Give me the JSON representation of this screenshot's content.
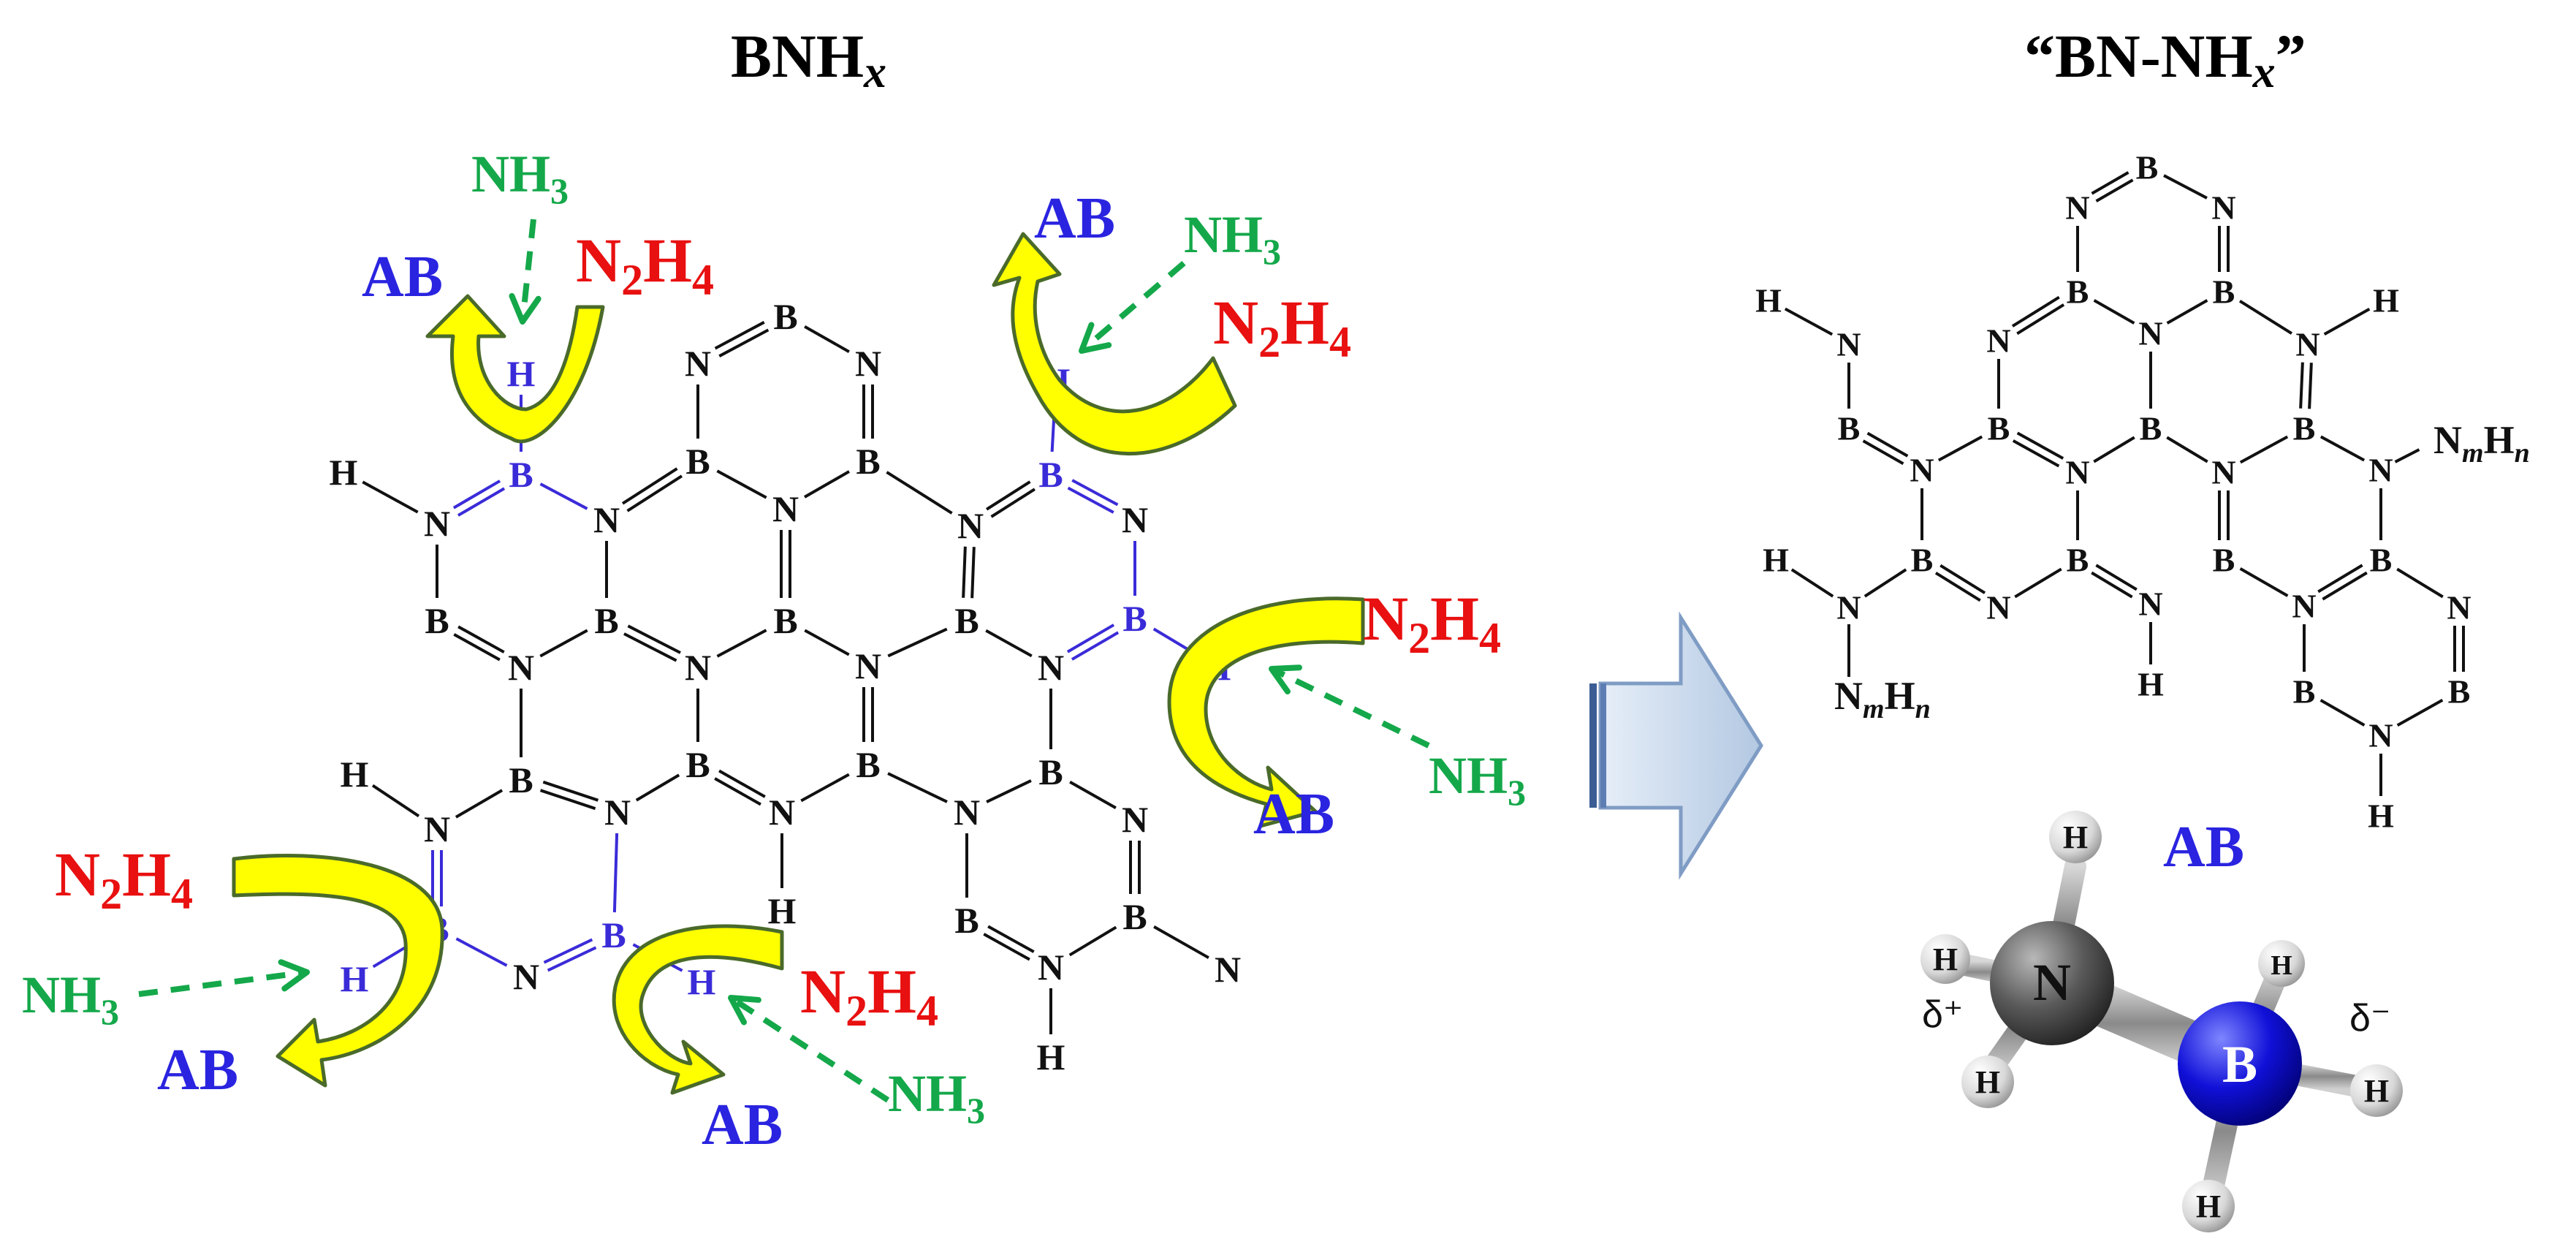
{
  "titles": {
    "left": "BNH",
    "left_sub": "x",
    "right_open": "“BN-NH",
    "right_sub": "x",
    "right_close": "”"
  },
  "atoms": {
    "b": "B",
    "n": "N",
    "h": "H"
  },
  "reagents": {
    "ab": "AB",
    "nh3_main": "NH",
    "nh3_sub": "3",
    "n2h4_n": "N",
    "n2h4_2": "2",
    "n2h4_h": "H",
    "n2h4_4": "4"
  },
  "substituent": {
    "n": "N",
    "m": "m",
    "h": "H",
    "sub": "n"
  },
  "ab_model": {
    "label": "AB",
    "delta_plus": "δ⁺",
    "delta_minus": "δ⁻"
  },
  "colors": {
    "ab": "#2a24e0",
    "nh3": "#14a84a",
    "n2h4": "#e81010",
    "active_site": "#3a2bd8",
    "bond": "#111111",
    "arrow_fill": "#ffff00",
    "arrow_edge": "#4a6a2a",
    "big_arrow": "#c8d8ea"
  }
}
